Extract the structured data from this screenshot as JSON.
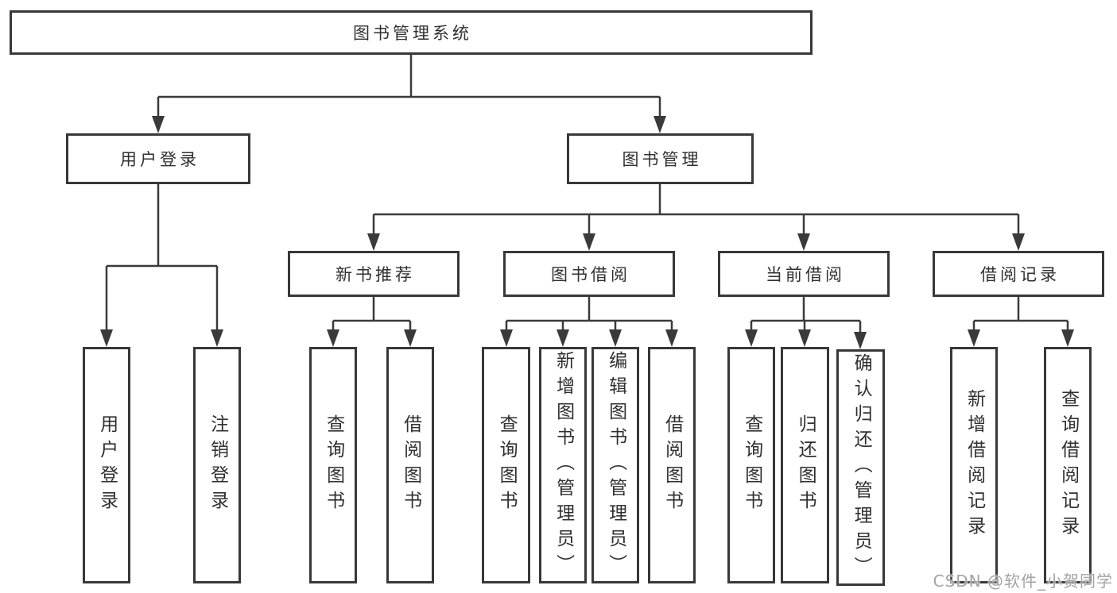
{
  "watermark": "CSDN @软件_小贺同学",
  "colors": {
    "line": "#3a3a3a",
    "box_border": "#383838",
    "text": "#303030",
    "watermark": "#a3a3a3",
    "background": "#ffffff"
  },
  "tree": {
    "root": {
      "label": "图书管理系统"
    },
    "branches": [
      {
        "label": "用户登录",
        "leaves": [
          "用户登录",
          "注销登录"
        ]
      },
      {
        "label": "图书管理",
        "children": [
          {
            "label": "新书推荐",
            "leaves": [
              "查询图书",
              "借阅图书"
            ]
          },
          {
            "label": "图书借阅",
            "leaves": [
              "查询图书",
              "新增图书（管理员）",
              "编辑图书（管理员）",
              "借阅图书"
            ]
          },
          {
            "label": "当前借阅",
            "leaves": [
              "查询图书",
              "归还图书",
              "确认归还（管理员）"
            ]
          },
          {
            "label": "借阅记录",
            "leaves": [
              "新增借阅记录",
              "查询借阅记录"
            ]
          }
        ]
      }
    ]
  }
}
